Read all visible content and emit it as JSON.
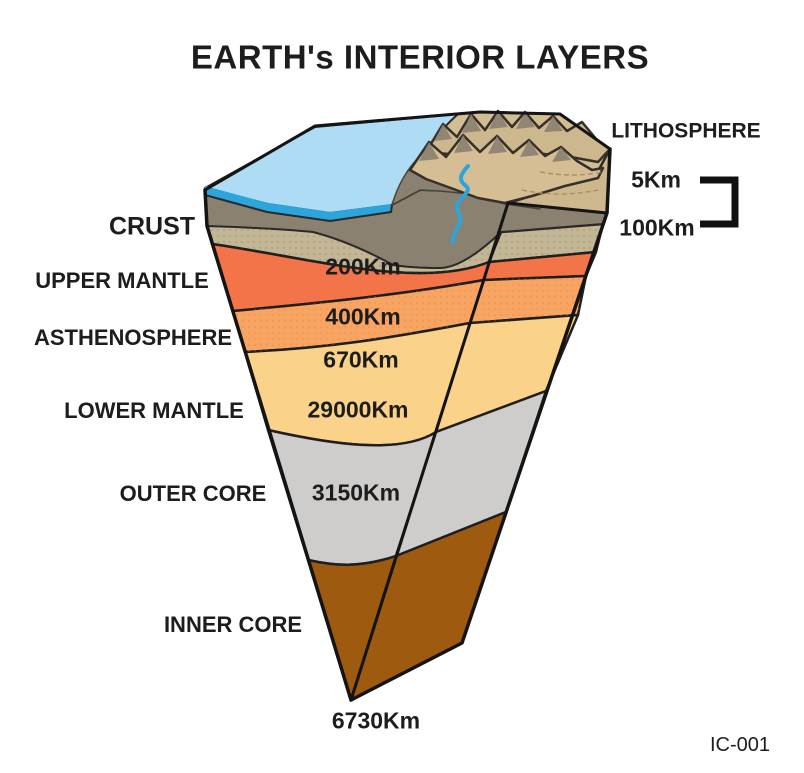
{
  "title": "EARTH's INTERIOR LAYERS",
  "figure_code": "IC-001",
  "layers": [
    {
      "label": "CRUST",
      "color": "#C2B695",
      "depths": []
    },
    {
      "label": "UPPER MANTLE",
      "color": "#F4744A",
      "depths": [
        "200Km"
      ]
    },
    {
      "label": "ASTHENOSPHERE",
      "color": "#F8A462",
      "depths": [
        "400Km"
      ]
    },
    {
      "label": "LOWER MANTLE",
      "color": "#FAD289",
      "depths": [
        "670Km",
        "29000Km"
      ]
    },
    {
      "label": "OUTER CORE",
      "color": "#CECDCB",
      "depths": [
        "3150Km"
      ]
    },
    {
      "label": "INNER CORE",
      "color": "#9E5B10",
      "depths": [
        "6730Km"
      ]
    }
  ],
  "annotations": {
    "lithosphere_label": "LITHOSPHERE",
    "lithosphere_top_depth": "5Km",
    "lithosphere_bottom_depth": "100Km"
  },
  "surface": {
    "ocean_color": "#AEDCF4",
    "shore_color": "#2BA5DC",
    "soil_color": "#8A8170",
    "land_color": "#D3BD93"
  }
}
